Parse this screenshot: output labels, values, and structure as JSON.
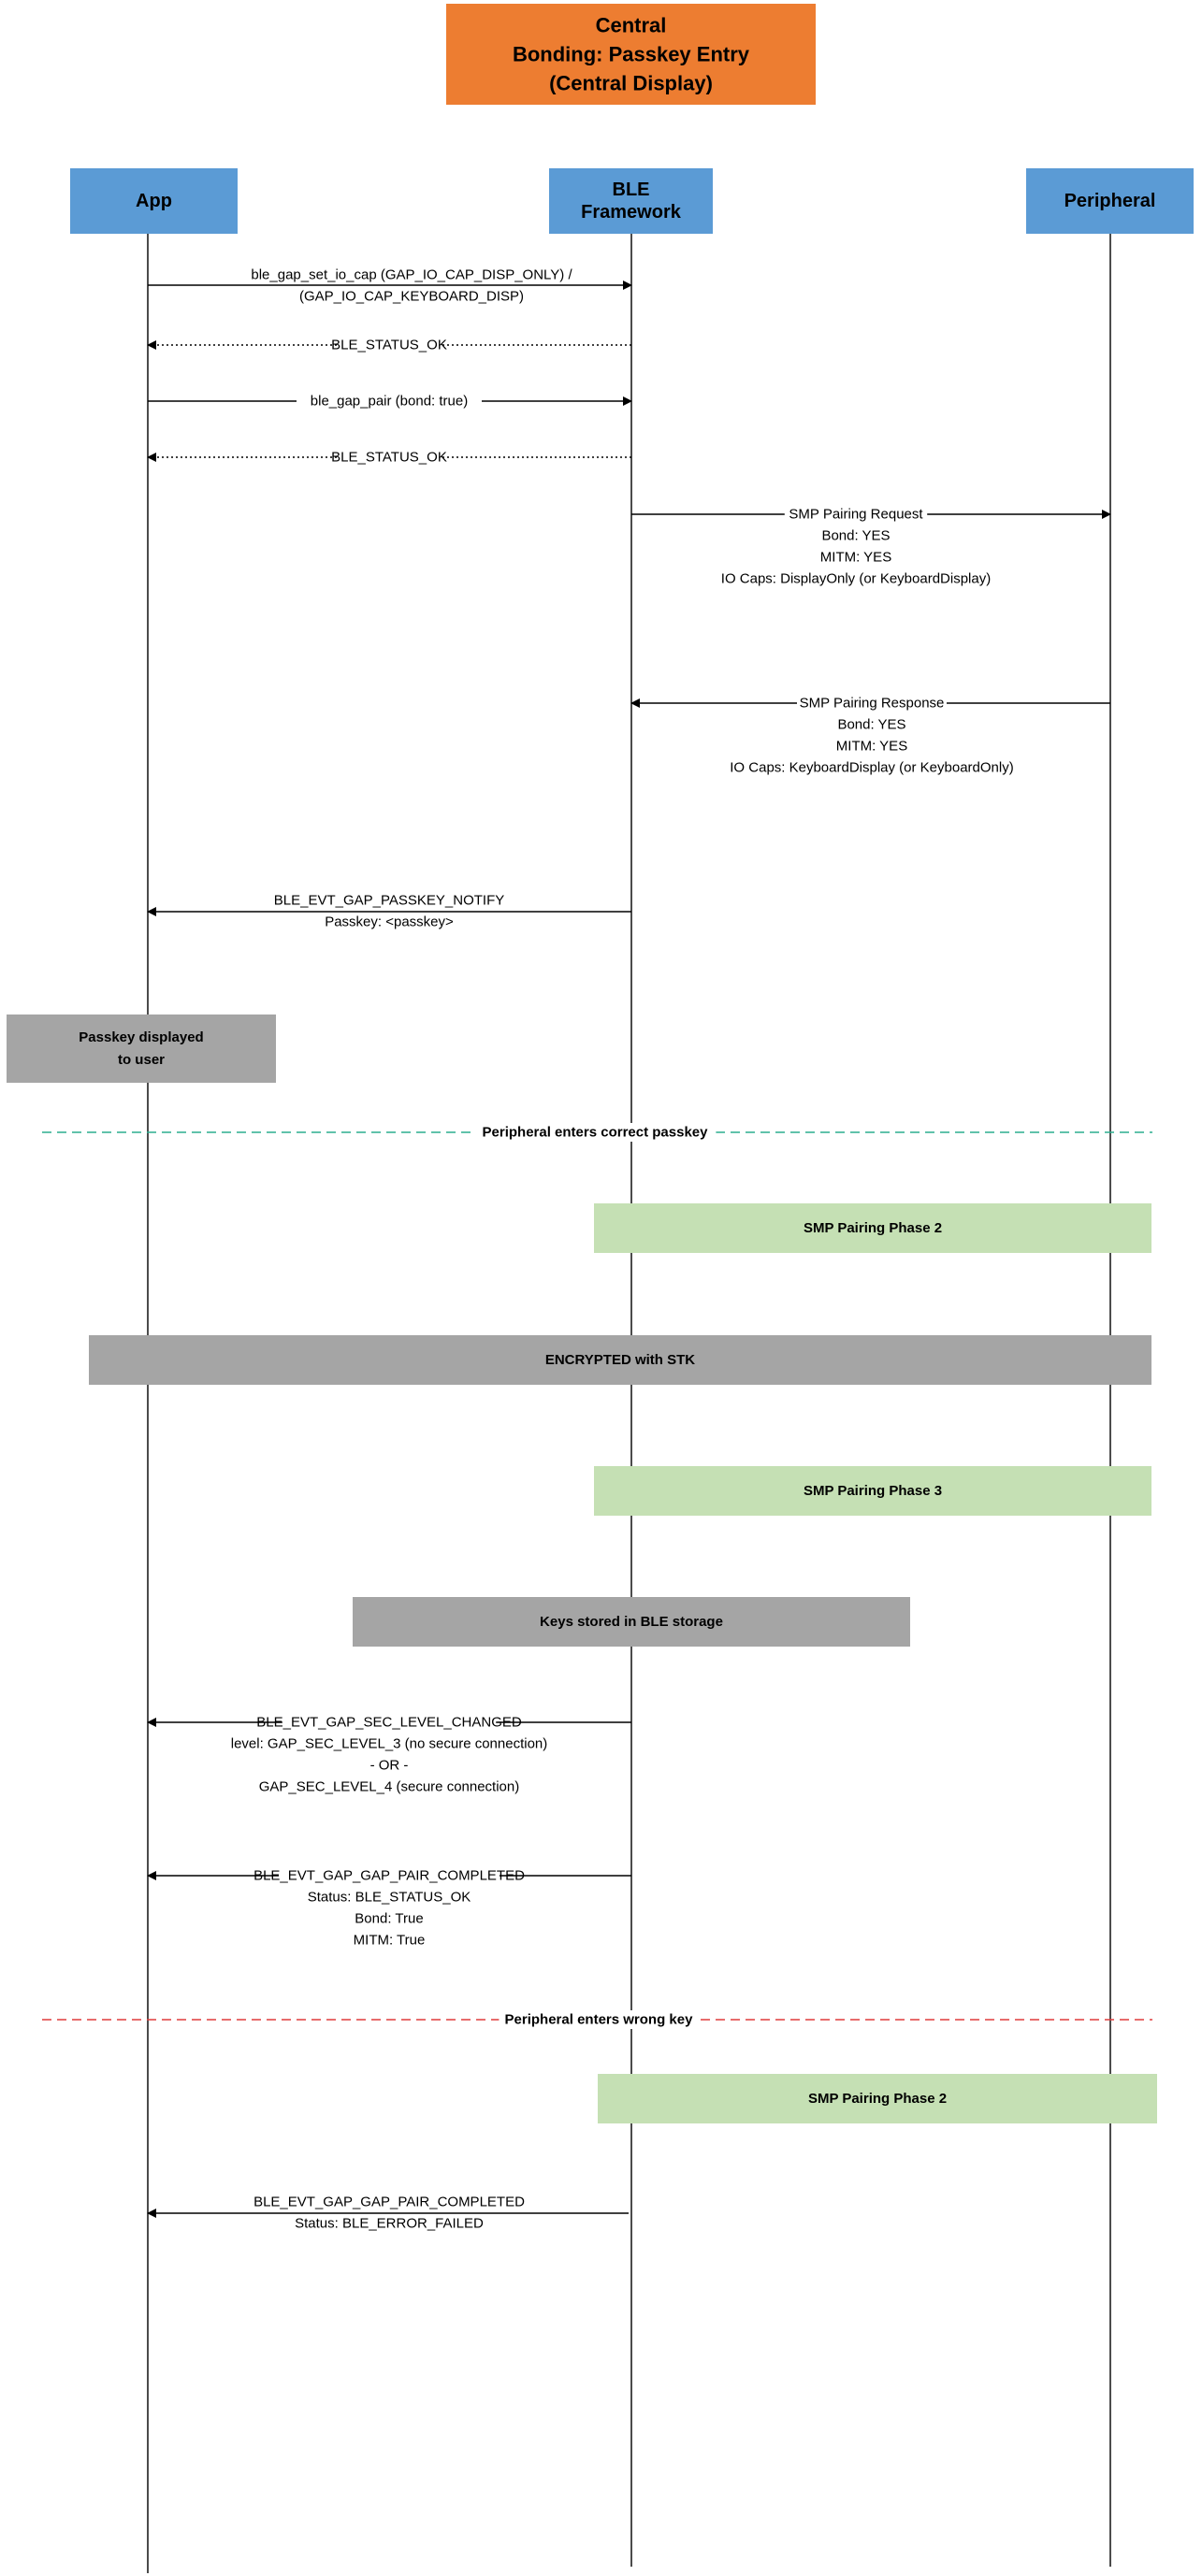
{
  "title": {
    "lines": [
      "Central",
      "Bonding: Passkey Entry",
      "(Central Display)"
    ],
    "color": "#ED7D31"
  },
  "participants": [
    {
      "id": "app",
      "label": [
        "App"
      ],
      "color": "#5B9BD5"
    },
    {
      "id": "ble",
      "label": [
        "BLE",
        "Framework"
      ],
      "color": "#5B9BD5"
    },
    {
      "id": "peripheral",
      "label": [
        "Peripheral"
      ],
      "color": "#5B9BD5"
    }
  ],
  "messages": [
    {
      "id": "set-io-cap",
      "from": "app",
      "to": "ble",
      "style": "solid",
      "lines": [
        "ble_gap_set_io_cap (GAP_IO_CAP_DISP_ONLY) /",
        "(GAP_IO_CAP_KEYBOARD_DISP)"
      ]
    },
    {
      "id": "status-ok-1",
      "from": "ble",
      "to": "app",
      "style": "dotted",
      "lines": [
        "BLE_STATUS_OK"
      ]
    },
    {
      "id": "gap-pair",
      "from": "app",
      "to": "ble",
      "style": "solid",
      "lines": [
        "ble_gap_pair (bond: true)"
      ]
    },
    {
      "id": "status-ok-2",
      "from": "ble",
      "to": "app",
      "style": "dotted",
      "lines": [
        "BLE_STATUS_OK"
      ]
    },
    {
      "id": "smp-pairing-request",
      "from": "ble",
      "to": "peripheral",
      "style": "solid",
      "lines": [
        "SMP Pairing Request",
        "Bond: YES",
        "MITM: YES",
        "IO Caps: DisplayOnly (or  KeyboardDisplay)"
      ]
    },
    {
      "id": "smp-pairing-response",
      "from": "peripheral",
      "to": "ble",
      "style": "solid",
      "lines": [
        "SMP Pairing Response",
        "Bond: YES",
        "MITM: YES",
        "IO Caps: KeyboardDisplay (or KeyboardOnly)"
      ]
    },
    {
      "id": "passkey-notify",
      "from": "ble",
      "to": "app",
      "style": "solid",
      "lines": [
        "BLE_EVT_GAP_PASSKEY_NOTIFY",
        "Passkey: <passkey>"
      ]
    },
    {
      "id": "sec-level-changed",
      "from": "ble",
      "to": "app",
      "style": "solid",
      "lines": [
        "BLE_EVT_GAP_SEC_LEVEL_CHANGED",
        "level: GAP_SEC_LEVEL_3 (no secure connection)",
        "- OR -",
        "GAP_SEC_LEVEL_4 (secure connection)"
      ]
    },
    {
      "id": "pair-completed-ok",
      "from": "ble",
      "to": "app",
      "style": "solid",
      "lines": [
        "BLE_EVT_GAP_GAP_PAIR_COMPLETED",
        "Status: BLE_STATUS_OK",
        "Bond: True",
        "MITM: True"
      ]
    },
    {
      "id": "pair-completed-failed",
      "from": "ble",
      "to": "app",
      "style": "solid",
      "lines": [
        "BLE_EVT_GAP_GAP_PAIR_COMPLETED",
        "Status: BLE_ERROR_FAILED"
      ]
    }
  ],
  "boxes": [
    {
      "id": "passkey-displayed",
      "lines": [
        "Passkey displayed",
        "to user"
      ],
      "color": "#A5A5A5"
    },
    {
      "id": "smp-phase-2-a",
      "lines": [
        "SMP Pairing Phase 2"
      ],
      "color": "#C5E0B4"
    },
    {
      "id": "encrypted-stk",
      "lines": [
        "ENCRYPTED with STK"
      ],
      "color": "#A5A5A5"
    },
    {
      "id": "smp-phase-3",
      "lines": [
        "SMP Pairing Phase 3"
      ],
      "color": "#C5E0B4"
    },
    {
      "id": "keys-stored",
      "lines": [
        "Keys stored in BLE storage"
      ],
      "color": "#A5A5A5"
    },
    {
      "id": "smp-phase-2-b",
      "lines": [
        "SMP Pairing Phase 2"
      ],
      "color": "#C5E0B4"
    }
  ],
  "separators": [
    {
      "id": "correct-passkey",
      "label": "Peripheral enters correct passkey",
      "color": "#2BAE8E"
    },
    {
      "id": "wrong-key",
      "label": "Peripheral enters wrong key",
      "color": "#E03C3C"
    }
  ]
}
